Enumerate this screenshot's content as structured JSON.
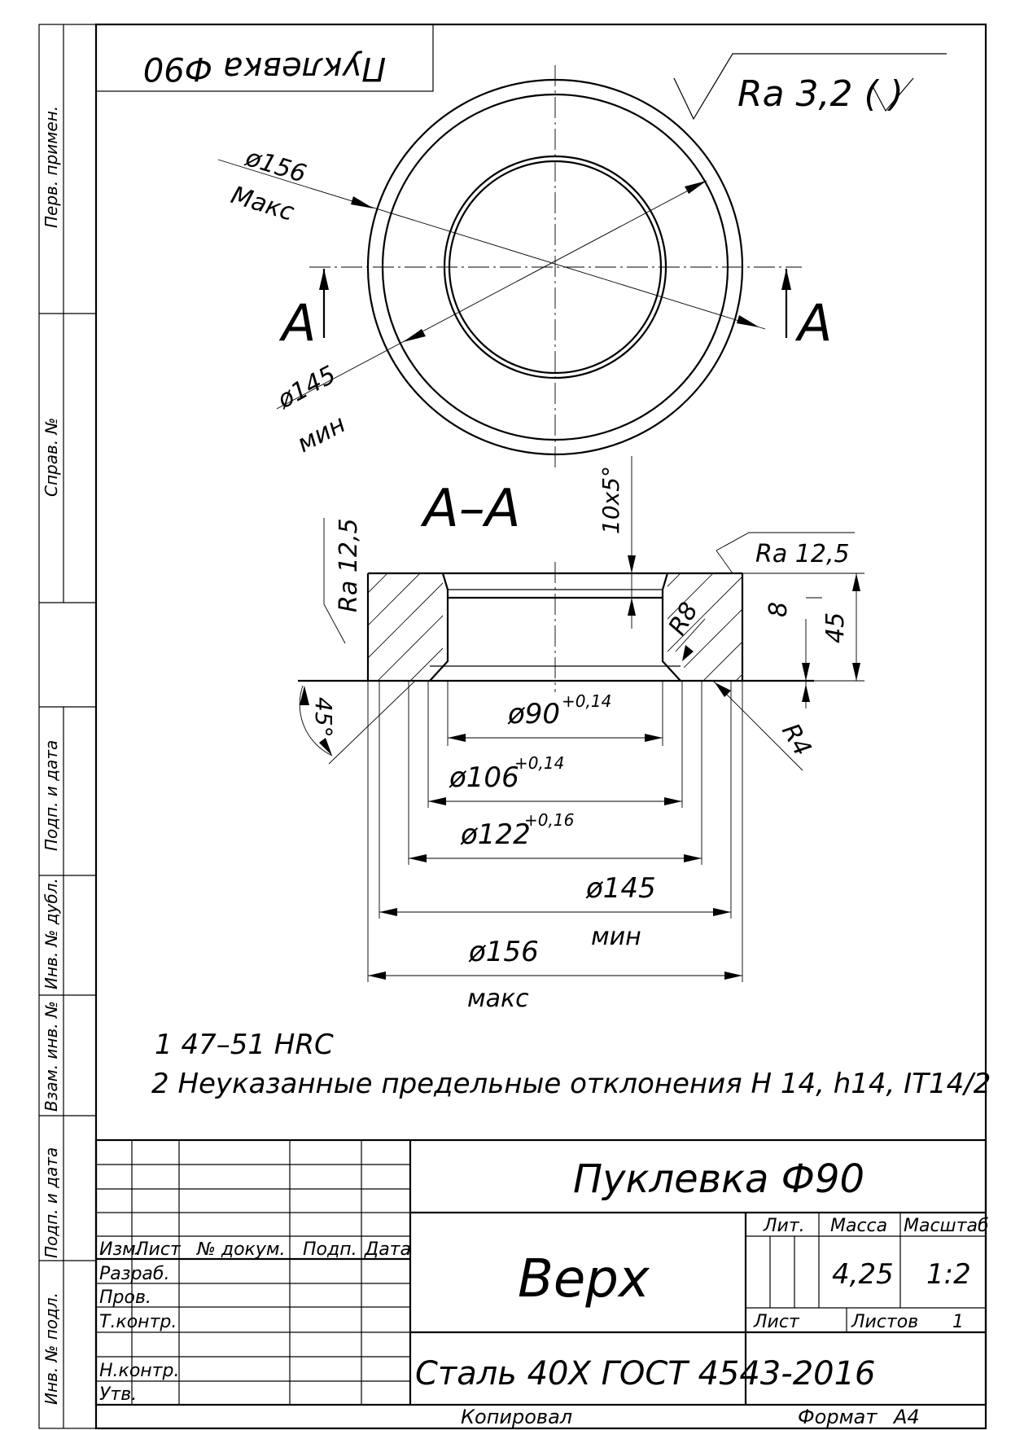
{
  "side_stamps": {
    "perv_primen": "Перв. примен.",
    "sprav_no": "Справ. №",
    "podp_data_1": "Подп. и дата",
    "inv_no_dubl": "Инв. № дубл.",
    "vzam_inv_no": "Взам. инв. №",
    "podp_data_2": "Подп. и дата",
    "inv_no_podl": "Инв. № подл."
  },
  "top_box_mirrored": "Пуклевка Ф90",
  "roughness_general": "Ra 3,2 (  )",
  "top_view": {
    "dim_156": "ø156",
    "dim_156_note": "Макс",
    "dim_145": "ø145",
    "dim_145_note": "мин",
    "section_mark": "A"
  },
  "section": {
    "title": "А–А",
    "chamfer": "10x5°",
    "ra_left": "Ra 12,5",
    "ra_right": "Ra 12,5",
    "r8": "R8",
    "r4": "R4",
    "dim_8": "8",
    "dim_45": "45",
    "angle": "45°",
    "d90": "ø90",
    "d90_tol": "+0,14",
    "d106": "ø106",
    "d106_tol": "+0,14",
    "d122": "ø122",
    "d122_tol": "+0,16",
    "d145": "ø145",
    "d145_note": "мин",
    "d156": "ø156",
    "d156_note": "макс"
  },
  "notes": [
    "1  47–51 HRC",
    "2  Неуказанные предельные отклонения Н 14, h14, IT14/2"
  ],
  "title_block": {
    "designation": "Пуклевка Ф90",
    "name": "Верх",
    "material": "Сталь 40Х ГОСТ 4543-2016",
    "col_izm": "Изм.",
    "col_list": "Лист",
    "col_doc": "№ докум.",
    "col_podp": "Подп.",
    "col_data": "Дата",
    "row_razrab": "Разраб.",
    "row_prov": "Пров.",
    "row_tkontr": "Т.контр.",
    "row_nkontr": "Н.контр.",
    "row_utv": "Утв.",
    "lit_label": "Лит.",
    "massa_label": "Масса",
    "masshtab_label": "Масштаб",
    "massa": "4,25",
    "masshtab": "1:2",
    "list_label": "Лист",
    "listov_label": "Листов",
    "listov": "1"
  },
  "footer": {
    "kopiroval": "Копировал",
    "format_label": "Формат",
    "format": "А4"
  }
}
